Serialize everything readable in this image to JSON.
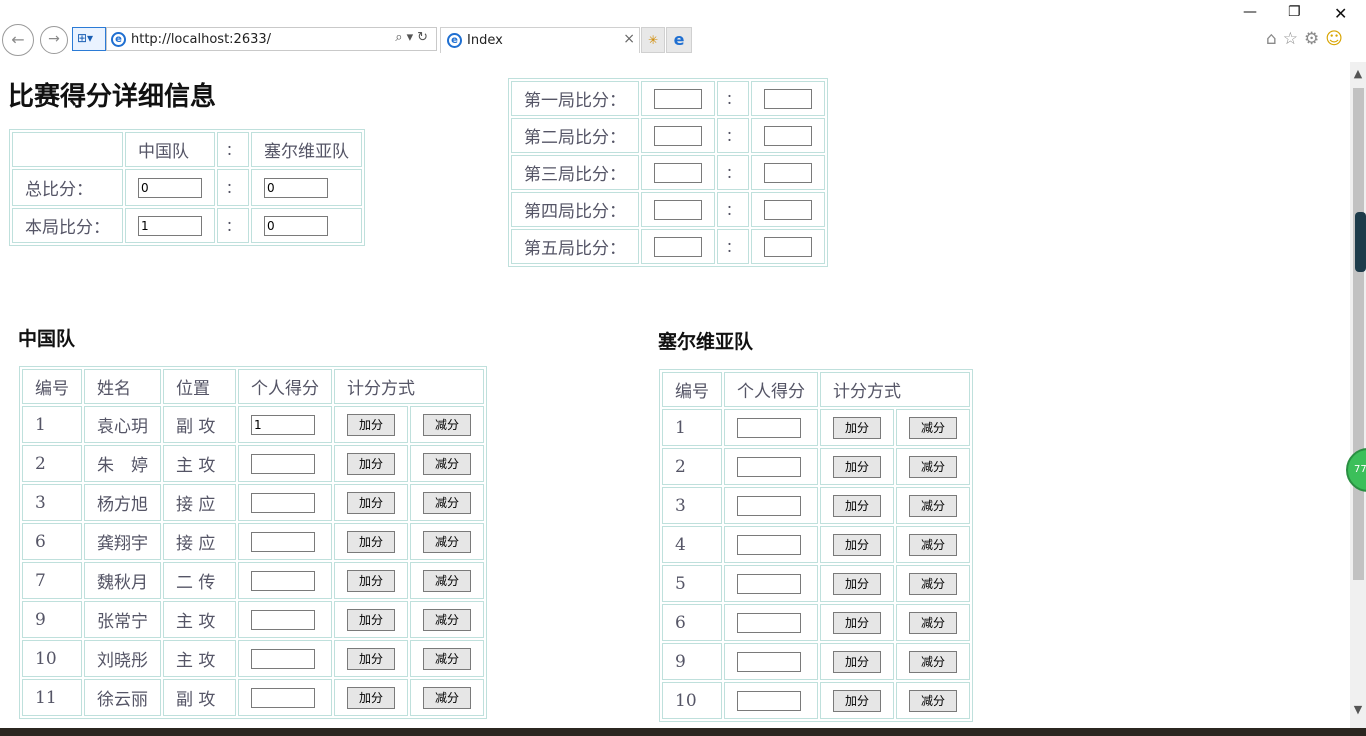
{
  "browser": {
    "url": "http://localhost:2633/",
    "tab_title": "Index",
    "back_glyph": "←",
    "forward_glyph": "→",
    "compat_glyph": "⊞▾",
    "ie_glyph": "e",
    "addr_tools_glyphs": "⌕▾↻",
    "close_tab_glyph": "×",
    "new_tab_glyph": "✳",
    "edge_glyph": "e",
    "minimize_glyph": "—",
    "restore_glyph": "❐",
    "close_glyph": "✕",
    "home_glyph": "⌂",
    "star_glyph": "☆",
    "gear_glyph": "⚙",
    "smiley_glyph": "☺"
  },
  "page": {
    "title": "比赛得分详细信息",
    "colon": "：",
    "summary": {
      "header_team_a": "中国队",
      "header_team_b": "塞尔维亚队",
      "total_label": "总比分：",
      "total_a": "0",
      "total_b": "0",
      "current_label": "本局比分：",
      "current_a": "1",
      "current_b": "0"
    },
    "sets": [
      {
        "label": "第一局比分："
      },
      {
        "label": "第二局比分："
      },
      {
        "label": "第三局比分："
      },
      {
        "label": "第四局比分："
      },
      {
        "label": "第五局比分："
      }
    ],
    "team_a": {
      "title": "中国队",
      "headers": [
        "编号",
        "姓名",
        "位置",
        "个人得分",
        "计分方式"
      ],
      "add_label": "加分",
      "sub_label": "减分",
      "players": [
        {
          "num": "1",
          "name": "袁心玥",
          "pos": "副 攻",
          "score": "1"
        },
        {
          "num": "2",
          "name": "朱　婷",
          "pos": "主 攻",
          "score": ""
        },
        {
          "num": "3",
          "name": "杨方旭",
          "pos": "接 应",
          "score": ""
        },
        {
          "num": "6",
          "name": "龚翔宇",
          "pos": "接 应",
          "score": ""
        },
        {
          "num": "7",
          "name": "魏秋月",
          "pos": "二 传",
          "score": ""
        },
        {
          "num": "9",
          "name": "张常宁",
          "pos": "主 攻",
          "score": ""
        },
        {
          "num": "10",
          "name": "刘晓彤",
          "pos": "主 攻",
          "score": ""
        },
        {
          "num": "11",
          "name": "徐云丽",
          "pos": "副 攻",
          "score": ""
        }
      ]
    },
    "team_b": {
      "title": "塞尔维亚队",
      "headers": [
        "编号",
        "个人得分",
        "计分方式"
      ],
      "add_label": "加分",
      "sub_label": "减分",
      "players": [
        {
          "num": "1",
          "score": ""
        },
        {
          "num": "2",
          "score": ""
        },
        {
          "num": "3",
          "score": ""
        },
        {
          "num": "4",
          "score": ""
        },
        {
          "num": "5",
          "score": ""
        },
        {
          "num": "6",
          "score": ""
        },
        {
          "num": "9",
          "score": ""
        },
        {
          "num": "10",
          "score": ""
        }
      ]
    }
  },
  "widgets": {
    "float_ball_text": "77",
    "scroll_up_glyph": "▲",
    "scroll_down_glyph": "▼"
  }
}
